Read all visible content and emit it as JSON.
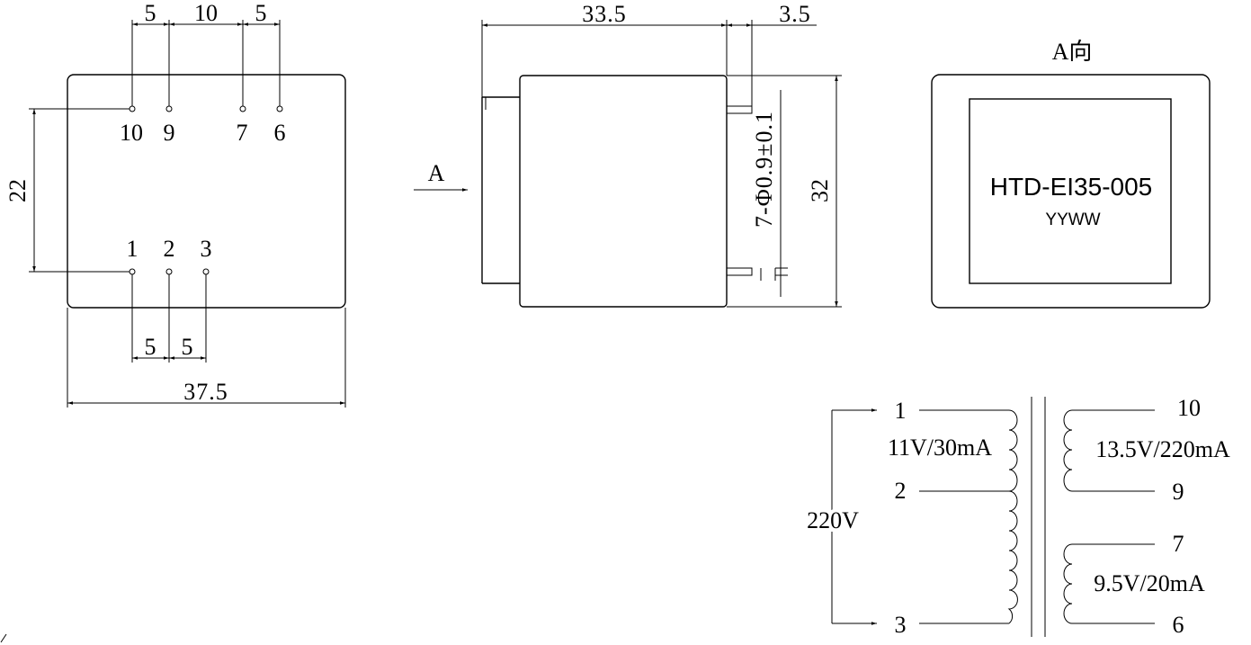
{
  "bottom_view": {
    "top_dims": [
      "5",
      "10",
      "5"
    ],
    "top_pins": [
      "10",
      "9",
      "7",
      "6"
    ],
    "bottom_pins": [
      "1",
      "2",
      "3"
    ],
    "height_dim": "22",
    "bottom_dims": [
      "5",
      "5"
    ],
    "width_dim": "37.5"
  },
  "side_view": {
    "length_dim": "33.5",
    "pin_offset_dim": "3.5",
    "pin_spec": "7-Φ0.9±0.1",
    "height_dim": "32",
    "view_arrow_label": "A"
  },
  "a_view": {
    "title": "A向",
    "model": "HTD-EI35-005",
    "date_code": "YYWW"
  },
  "schematic": {
    "primary_voltage": "220V",
    "pins": {
      "p1": "1",
      "p2": "2",
      "p3": "3",
      "p10": "10",
      "p9": "9",
      "p7": "7",
      "p6": "6"
    },
    "w1_rating": "11V/30mA",
    "w2_rating": "13.5V/220mA",
    "w3_rating": "9.5V/20mA"
  }
}
